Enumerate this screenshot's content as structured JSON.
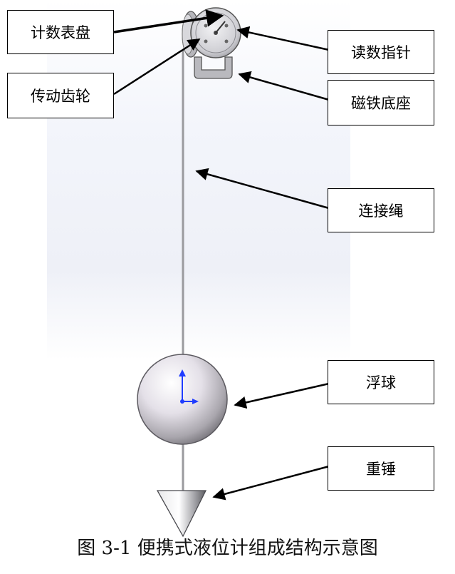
{
  "labels": {
    "dial": "计数表盘",
    "pointer": "读数指针",
    "gear": "传动齿轮",
    "magnet_base": "磁铁底座",
    "rope": "连接绳",
    "float_ball": "浮球",
    "weight": "重锤"
  },
  "caption": "图 3-1 便携式液位计组成结构示意图"
}
